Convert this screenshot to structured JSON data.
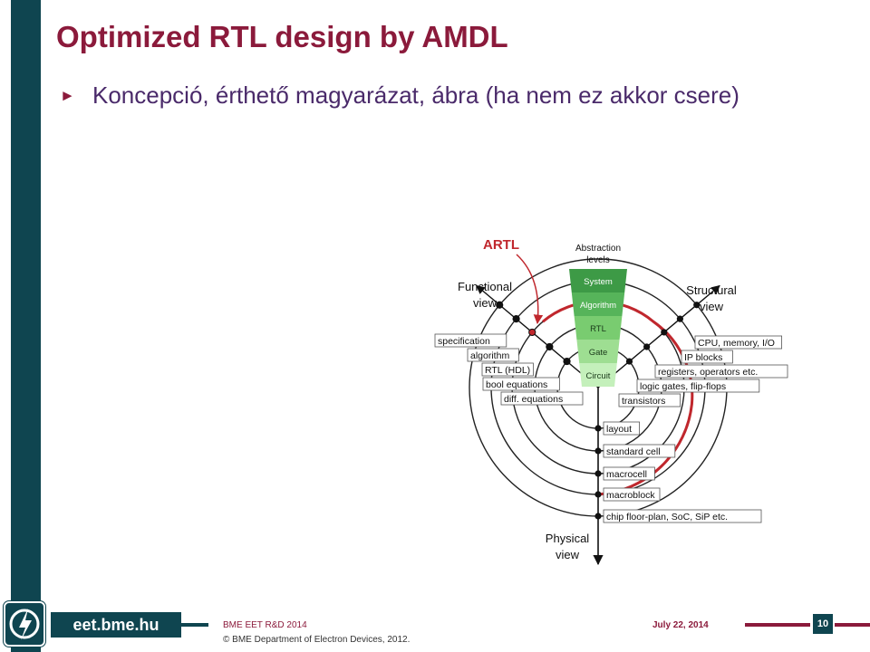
{
  "slide": {
    "title": "Optimized RTL design by AMDL",
    "bullet": "Koncepció, érthető magyarázat, ábra (ha nem ez akkor csere)"
  },
  "diagram": {
    "artl_label": "ARTL",
    "abstraction_title_line1": "Abstraction",
    "abstraction_title_line2": "levels",
    "levels": [
      "System",
      "Algorithm",
      "RTL",
      "Gate",
      "Circuit"
    ],
    "level_colors": [
      "#3d9a46",
      "#56b45a",
      "#79cc70",
      "#9ede92",
      "#c4f0bb"
    ],
    "functional_view": [
      "Functional",
      "view"
    ],
    "structural_view": [
      "Structural",
      "view"
    ],
    "physical_view": [
      "Physical",
      "view"
    ],
    "functional_items": [
      "specification",
      "algorithm",
      "RTL (HDL)",
      "bool equations",
      "diff. equations"
    ],
    "structural_items": [
      "CPU, memory, I/O",
      "IP blocks",
      "registers, operators etc.",
      "logic gates, flip-flops",
      "transistors"
    ],
    "physical_items": [
      "layout",
      "standard cell",
      "macrocell",
      "macroblock",
      "chip floor-plan, SoC, SiP etc."
    ],
    "artl_color": "#c0272d"
  },
  "footer": {
    "brand": "eet.bme.hu",
    "conference": "BME EET R&D 2014",
    "copyright": "© BME Department of Electron Devices, 2012.",
    "date": "July 22, 2014",
    "page_number": "10"
  },
  "colors": {
    "accent": "#8b1a3b",
    "dark": "#0f4550",
    "bullet_text": "#4a2a6a"
  }
}
